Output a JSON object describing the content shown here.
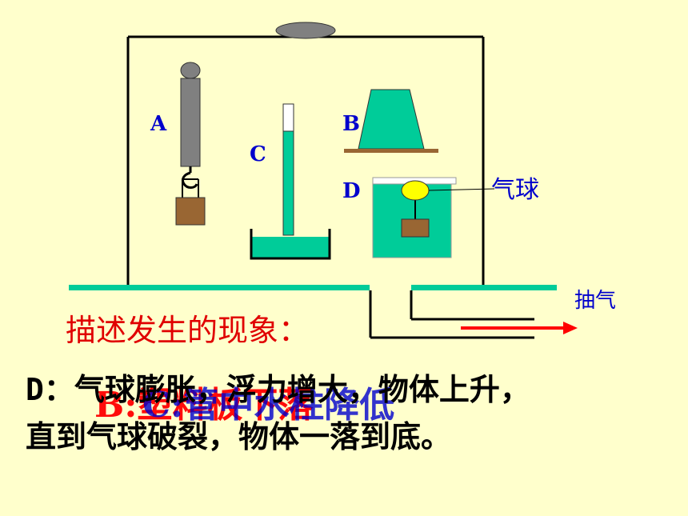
{
  "labels": {
    "a": "A",
    "b": "B",
    "c": "C",
    "d": "D",
    "balloon": "气球",
    "pump": "抽气"
  },
  "text": {
    "describe": "描述发生的现象：",
    "answer_b": "B:塑料板下落",
    "answer_c": "C:管中水柱降低",
    "answer_d_line1": "D：气球膨胀，浮力增大，物体上升，",
    "answer_d_line2": "直到气球破裂，物体一落到底。"
  },
  "colors": {
    "background": "#FFFFCC",
    "water": "#00CC99",
    "brown": "#996633",
    "gray": "#808080",
    "balloon": "#FFFF00",
    "red": "#FF0000",
    "blue": "#0000CC"
  }
}
